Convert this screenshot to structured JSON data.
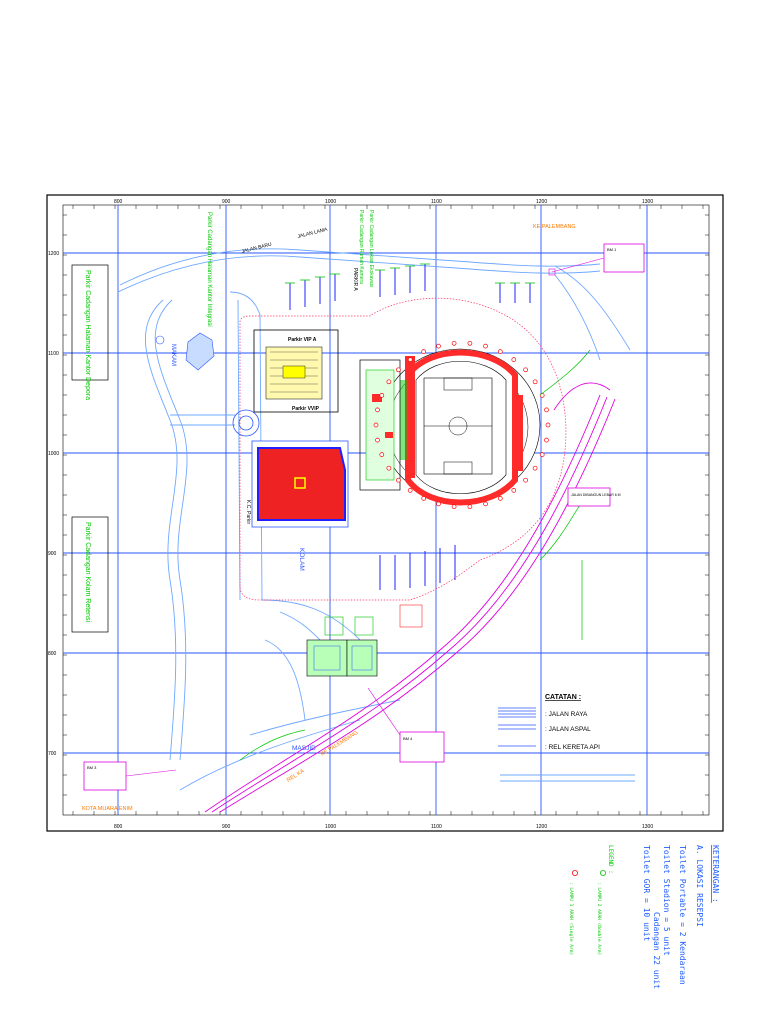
{
  "colors": {
    "frame": "#000000",
    "grid": "#1a4bff",
    "road": "#6fa8ff",
    "green": "#00c800",
    "orange": "#ff7a00",
    "magenta": "#e000e0",
    "red": "#ff0000",
    "stand_red": "#ff2a2a",
    "parking_blue": "#2020ff",
    "yellow": "#ffff00",
    "notes_blue": "#2060ff"
  },
  "grid": {
    "top_labels": [
      "800",
      "900",
      "1000",
      "1100",
      "1200",
      "1300"
    ],
    "bottom_labels": [
      "800",
      "900",
      "1000",
      "1100",
      "1200",
      "1300"
    ],
    "side_labels": [
      "1200",
      "1100",
      "1000",
      "900",
      "800",
      "700"
    ]
  },
  "labels": {
    "parkir_halaman": "Parkir Cadangan Halaman Kantor Depora",
    "parkir_rumah": "Parkir Cadangan Rumah Kamera",
    "parkir_lokasi": "Parkir Cadangan Lokasi Ekskavasi",
    "parkir_kolam": "Parkir Cadangan Kolam Retensi",
    "parkir_cadangan_halaman": "Parkir Cadangan Halaman Kantor Integrasi",
    "jalan_lama": "JALAN LAMA",
    "jalan_baru": "JALAN BARU",
    "ke_palembang_top": "KE PALEMBANG",
    "ke_palembang_bottom": "KE PALEMBANG",
    "rel_ka": "REL KA",
    "kota_muara": "KOTA MUARA ENIM",
    "masjid": "MASJID",
    "makam": "MAKAM",
    "kolam": "KOLAM",
    "parkir_vip_a": "Parkir VIP A",
    "parkir_vip_b": "Parkir VVIP",
    "parkir_a": "PARKIR A",
    "gedung_olah": "KOLAM",
    "dibangun": "JALAN DIBANGUN LEBAR 6 M",
    "sm1": "BM 1",
    "sm2": "BM 3",
    "sm3": "BM 4"
  },
  "catatan": {
    "title": "CATATAN :",
    "items": [
      ": JALAN RAYA",
      ": JALAN ASPAL",
      ": REL KERETA API"
    ]
  },
  "notes": {
    "heading": "KETERANGAN :",
    "section_a": "A. LOKASI RESEPSI",
    "line1": "Toilet Portable = 2 Kendaraan",
    "line2": "Toilet Stadion = 5 unit",
    "line3": "Cadangan 22 unit",
    "line4": "Toilet GOR = 10 unit",
    "legend": "LEGEND :",
    "legend_green": ": LAMPU 2 ARAH (Double Arm)",
    "legend_red": ": LAMPU 1 ARAH (Single Arm)"
  }
}
